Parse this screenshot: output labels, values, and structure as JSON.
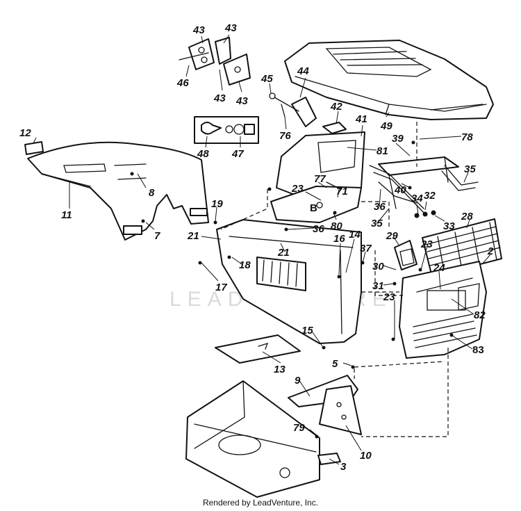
{
  "diagram": {
    "watermark": "LEADVENTURE",
    "footer": "Rendered by LeadVenture, Inc.",
    "callouts": [
      "12",
      "11",
      "8",
      "7",
      "43",
      "43",
      "43",
      "43",
      "46",
      "45",
      "44",
      "42",
      "76",
      "48",
      "47",
      "41",
      "81",
      "49",
      "78",
      "39",
      "35",
      "40",
      "34",
      "32",
      "33",
      "36",
      "35",
      "23",
      "77",
      "71",
      "B",
      "80",
      "19",
      "21",
      "36",
      "21",
      "16",
      "14",
      "37",
      "18",
      "17",
      "29",
      "28",
      "2",
      "23",
      "30",
      "31",
      "24",
      "23",
      "82",
      "83",
      "15",
      "13",
      "5",
      "9",
      "79",
      "10",
      "3"
    ]
  }
}
